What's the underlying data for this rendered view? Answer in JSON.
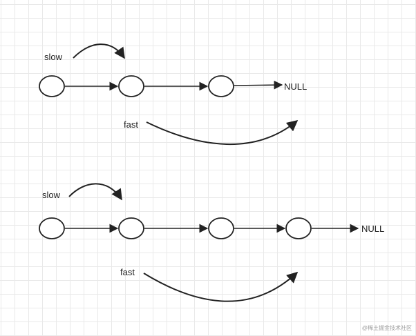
{
  "diagrams": [
    {
      "slow_label": "slow",
      "fast_label": "fast",
      "node_count": 3,
      "end_label": "NULL"
    },
    {
      "slow_label": "slow",
      "fast_label": "fast",
      "node_count": 4,
      "end_label": "NULL"
    }
  ],
  "watermark": "@稀土掘金技术社区",
  "colors": {
    "stroke": "#222222",
    "grid": "#e9e9e9",
    "background": "#ffffff"
  }
}
